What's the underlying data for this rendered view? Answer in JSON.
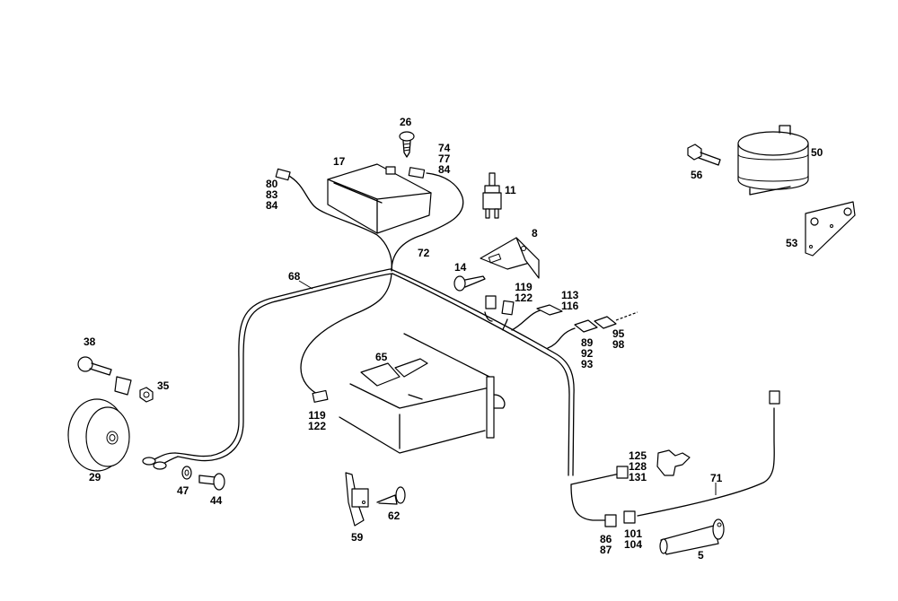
{
  "diagram": {
    "title": "Horn / alarm wiring harness exploded parts diagram",
    "background": "#ffffff",
    "line_color": "#000000",
    "callouts": [
      {
        "id": "c26",
        "part": "horn-screw",
        "numbers": [
          "26"
        ]
      },
      {
        "id": "c74",
        "part": "connector-right-of-module",
        "numbers": [
          "74",
          "77",
          "84"
        ]
      },
      {
        "id": "c17",
        "part": "control-module",
        "numbers": [
          "17"
        ]
      },
      {
        "id": "c80",
        "part": "connector-left-of-module",
        "numbers": [
          "80",
          "83",
          "84"
        ]
      },
      {
        "id": "c11",
        "part": "push-switch",
        "numbers": [
          "11"
        ]
      },
      {
        "id": "c8",
        "part": "switch-bracket",
        "numbers": [
          "8"
        ]
      },
      {
        "id": "c72",
        "part": "module-harness",
        "numbers": [
          "72"
        ]
      },
      {
        "id": "c14",
        "part": "bracket-screw",
        "numbers": [
          "14"
        ]
      },
      {
        "id": "c68",
        "part": "main-harness",
        "numbers": [
          "68"
        ]
      },
      {
        "id": "c119a",
        "part": "harness-connectors-upper",
        "numbers": [
          "119",
          "122"
        ]
      },
      {
        "id": "c113",
        "part": "harness-connector-flat",
        "numbers": [
          "113",
          "116"
        ]
      },
      {
        "id": "c89",
        "part": "harness-connector-mid",
        "numbers": [
          "89",
          "92",
          "93"
        ]
      },
      {
        "id": "c95",
        "part": "harness-connector-end",
        "numbers": [
          "95",
          "98"
        ]
      },
      {
        "id": "c50",
        "part": "siren",
        "numbers": [
          "50"
        ]
      },
      {
        "id": "c56",
        "part": "siren-bolt",
        "numbers": [
          "56"
        ]
      },
      {
        "id": "c53",
        "part": "siren-bracket",
        "numbers": [
          "53"
        ]
      },
      {
        "id": "c38",
        "part": "horn-bolt",
        "numbers": [
          "38"
        ]
      },
      {
        "id": "c35",
        "part": "horn-nut",
        "numbers": [
          "35"
        ]
      },
      {
        "id": "c29",
        "part": "horn",
        "numbers": [
          "29"
        ]
      },
      {
        "id": "c47",
        "part": "washer",
        "numbers": [
          "47"
        ]
      },
      {
        "id": "c44",
        "part": "ground-bolt",
        "numbers": [
          "44"
        ]
      },
      {
        "id": "c65",
        "part": "module-clip",
        "numbers": [
          "65"
        ]
      },
      {
        "id": "c119b",
        "part": "harness-connector-lower",
        "numbers": [
          "119",
          "122"
        ]
      },
      {
        "id": "c59",
        "part": "clip-bracket",
        "numbers": [
          "59"
        ]
      },
      {
        "id": "c62",
        "part": "clip-screw",
        "numbers": [
          "62"
        ]
      },
      {
        "id": "c125",
        "part": "relay-connector",
        "numbers": [
          "125",
          "128",
          "131"
        ]
      },
      {
        "id": "c71",
        "part": "branch-harness",
        "numbers": [
          "71"
        ]
      },
      {
        "id": "c86",
        "part": "connector-lower-left",
        "numbers": [
          "86",
          "87"
        ]
      },
      {
        "id": "c101",
        "part": "connector-lower-right",
        "numbers": [
          "101",
          "104"
        ]
      },
      {
        "id": "c5",
        "part": "lock-cylinder",
        "numbers": [
          "5"
        ]
      }
    ]
  }
}
